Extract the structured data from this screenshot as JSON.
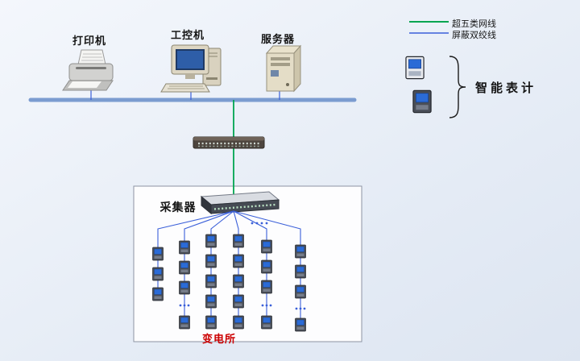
{
  "labels": {
    "printer": "打印机",
    "industrial_pc": "工控机",
    "server": "服务器",
    "collector": "采集器",
    "substation": "变电所",
    "smart_meters": "智能表计"
  },
  "legend": {
    "items": [
      {
        "label": "超五类网线",
        "color": "#00a550"
      },
      {
        "label": "屏蔽双绞线",
        "color": "#3a5fd9"
      }
    ]
  },
  "colors": {
    "bus_line": "#7b9cd0",
    "cat5_green": "#00a550",
    "twisted_pair_blue": "#3a5fd9",
    "substation_text": "#cc0000",
    "background": "#e4ebf5"
  }
}
